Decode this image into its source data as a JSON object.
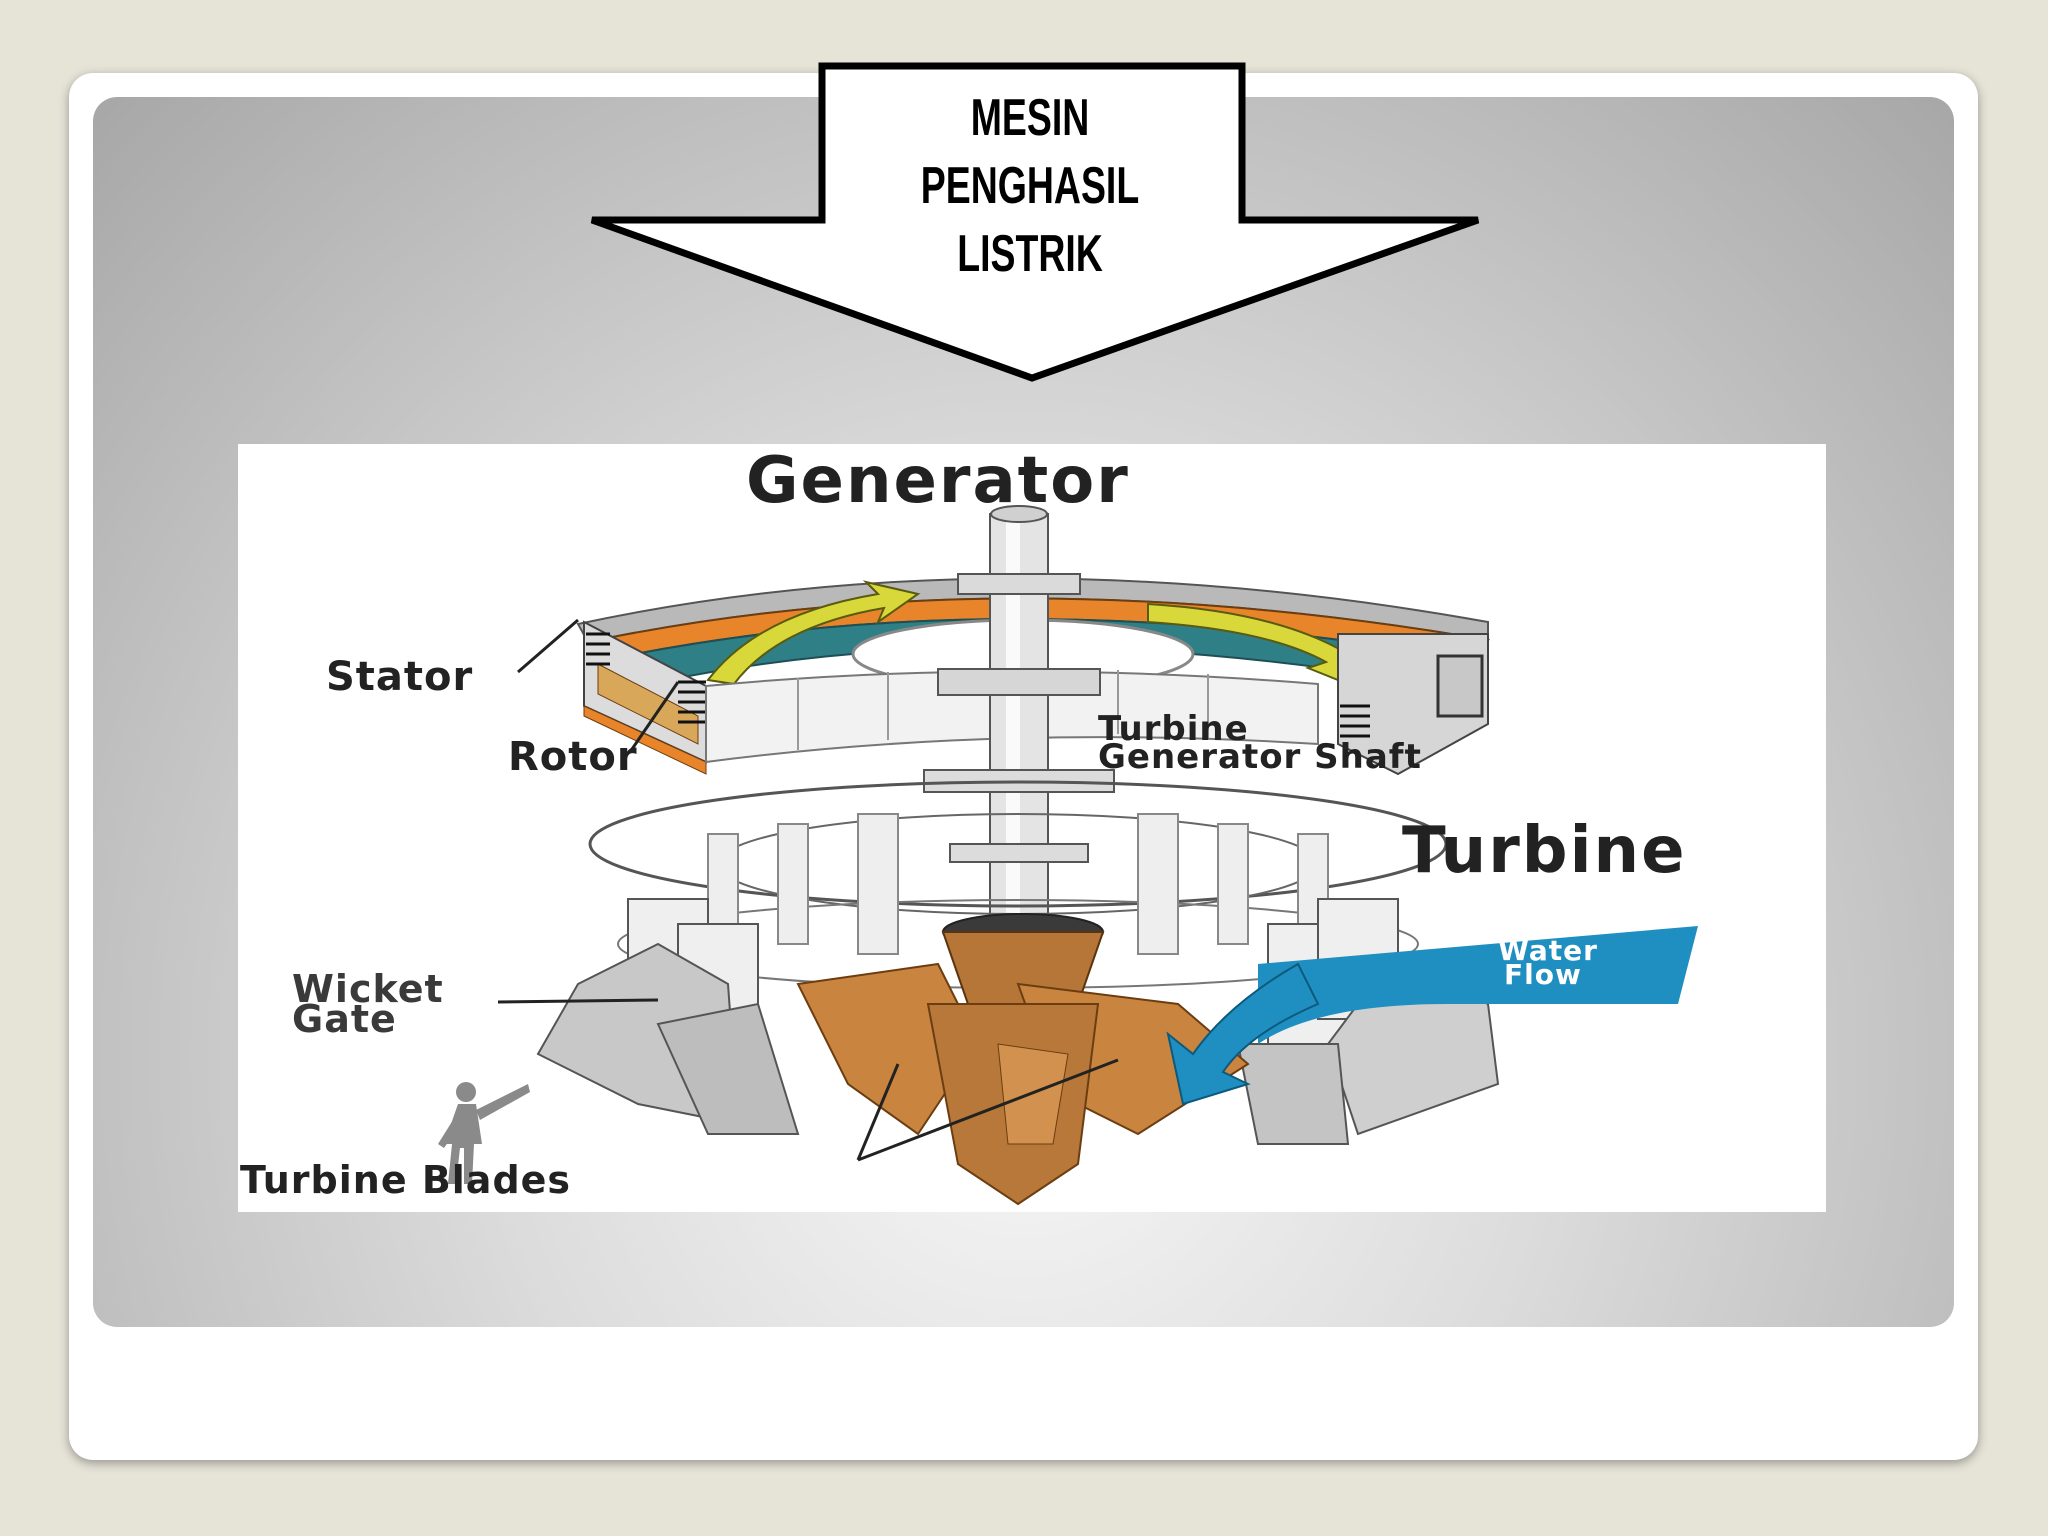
{
  "callout": {
    "line1": "MESIN",
    "line2": "PENGHASIL",
    "line3": "LISTRIK"
  },
  "diagram": {
    "title": "Generator",
    "labels": {
      "stator": "Stator",
      "rotor": "Rotor",
      "shaft_line1": "Turbine",
      "shaft_line2": "Generator Shaft",
      "turbine": "Turbine",
      "wicket_line1": "Wicket",
      "wicket_line2": "Gate",
      "water_line1": "Water",
      "water_line2": "Flow",
      "blades": "Turbine Blades"
    }
  },
  "colors": {
    "background": "#e6e3d7",
    "rotor_orange": "#e8852a",
    "stator_teal": "#2f7f86",
    "arrow_yellow": "#d8d83a",
    "blade_brown": "#c98440",
    "water_blue": "#1e8fc0"
  }
}
